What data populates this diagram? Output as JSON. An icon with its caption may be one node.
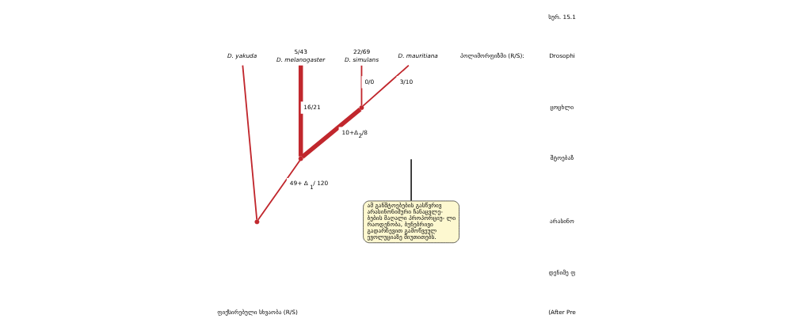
{
  "diagram": {
    "nodes": [
      {
        "text": [
          "D. yakuda"
        ]
      },
      {
        "text": [
          "D. melanogaster"
        ],
        "beside": [
          "5/43"
        ]
      },
      {
        "text": [
          "D. simulans"
        ],
        "beside": [
          "22/69"
        ]
      },
      {
        "text": [
          "D. mauritiana"
        ]
      },
      {
        "text": [],
        "shape": "point"
      },
      {
        "text": [],
        "shape": "point"
      },
      {
        "text": [],
        "shape": "point"
      },
      {
        "text": [
          "ამ განშტოებების გასწვრივ არასინონიმური ჩანაცვლე- ბების მაღალი პროპორციუ- ლი რაოდენობა, ბუნებრივი გადარჩევით გამოწვეულ ევოლუციაზე მიუთითებს."
        ]
      }
    ],
    "edges": [
      {
        "from": 4,
        "to": 0,
        "arrow": "none",
        "color": "#c1272d"
      },
      {
        "from": 4,
        "to": 5,
        "arrow": "none",
        "label": "49+ Δ $_{1}$/ 120",
        "color": "#c1272d"
      },
      {
        "from": 5,
        "to": 1,
        "arrow": "none",
        "label": "16/21",
        "style": "thick",
        "color": "#c1272d"
      },
      {
        "from": 5,
        "to": 6,
        "arrow": "none",
        "label": "10+Δ$_{2}$/8",
        "style": "thick",
        "color": "#c1272d"
      },
      {
        "from": 6,
        "to": 2,
        "arrow": "none",
        "label": "0/0",
        "color": "#c1272d"
      },
      {
        "from": 6,
        "to": 3,
        "arrow": "none",
        "label": "3/10",
        "color": "#c1272d"
      },
      {
        "from": 7,
        "to": null,
        "arrow": "none",
        "color": "#333333"
      }
    ],
    "labels": [
      "პოლიმორფიზმი (R/S):",
      "ფიქსირებული სხვაობა (R/S)",
      "სურ. 15.1",
      "Drosophi",
      "ცოცხლი",
      "შტოებაზ",
      "არასინო",
      "დენიმე ფ",
      "(After Pre"
    ]
  }
}
